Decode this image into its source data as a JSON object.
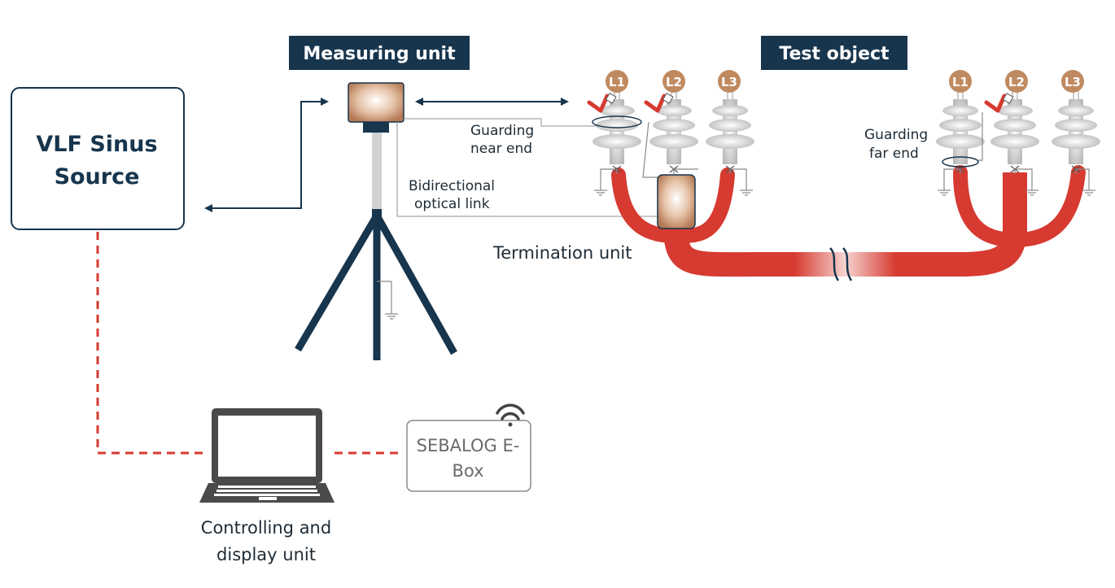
{
  "headers": {
    "measuring_unit": "Measuring unit",
    "test_object": "Test object"
  },
  "vlf_source": {
    "line1": "VLF Sinus",
    "line2": "Source"
  },
  "labels": {
    "guarding_near_end_1": "Guarding",
    "guarding_near_end_2": "near end",
    "bidirectional_1": "Bidirectional",
    "bidirectional_2": "optical link",
    "termination_unit": "Termination unit",
    "guarding_far_end_1": "Guarding",
    "guarding_far_end_2": "far end",
    "controlling_1": "Controlling and",
    "controlling_2": "display unit"
  },
  "ebox": {
    "line1": "SEBALOG E-",
    "line2": "Box"
  },
  "phases_near": [
    "L1",
    "L2",
    "L3"
  ],
  "phases_far": [
    "L1",
    "L2",
    "L3"
  ],
  "colors": {
    "navy": "#17354d",
    "cable_red": "#d63a30",
    "phase_badge": "#c08a60",
    "unit_copper": "#c99572",
    "grey_line": "#9a9a9a"
  }
}
